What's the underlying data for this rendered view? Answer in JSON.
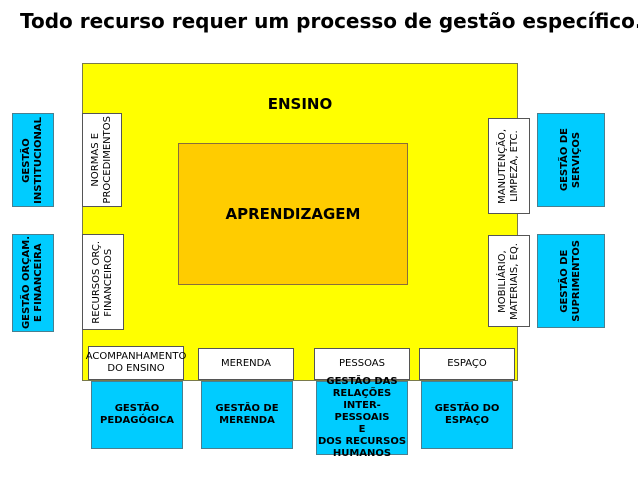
{
  "title": "Todo recurso requer um processo de gestão específico.",
  "outer": {
    "label": "ENSINO"
  },
  "core": {
    "label": "APRENDIZAGEM"
  },
  "left": {
    "resource_top": "NORMAS E\nPROCEDIMENTOS",
    "resource_bottom": "RECURSOS ORÇ.\nFINANCEIROS",
    "process_top": "GESTÃO\nINSTITUCIONAL",
    "process_bottom": "GESTÃO ORÇAM.\nE  FINANCEIRA"
  },
  "right": {
    "resource_top": "MANUTENÇÃO,\nLIMPEZA, ETC.",
    "resource_bottom": "MOBILIÁRIO,\nMATERIAIS, EQ.",
    "process_top": "GESTÃO DE\nSERVIÇOS",
    "process_bottom": "GESTÃO DE\nSUPRIMENTOS"
  },
  "bottom": {
    "resources": [
      "ACOMPANHAMENTO\nDO ENSINO",
      "MERENDA",
      "PESSOAS",
      "ESPAÇO"
    ],
    "processes": [
      "GESTÃO\nPEDAGÓGICA",
      "GESTÃO DE\nMERENDA",
      "GESTÃO DAS\nRELAÇÕES\nINTER-PESSOAIS\nE\nDOS RECURSOS\nHUMANOS",
      "GESTÃO DO\nESPAÇO"
    ]
  },
  "colors": {
    "outer": "#ffff00",
    "core": "#ffcc00",
    "process": "#00ccff",
    "resource": "#ffffff"
  }
}
